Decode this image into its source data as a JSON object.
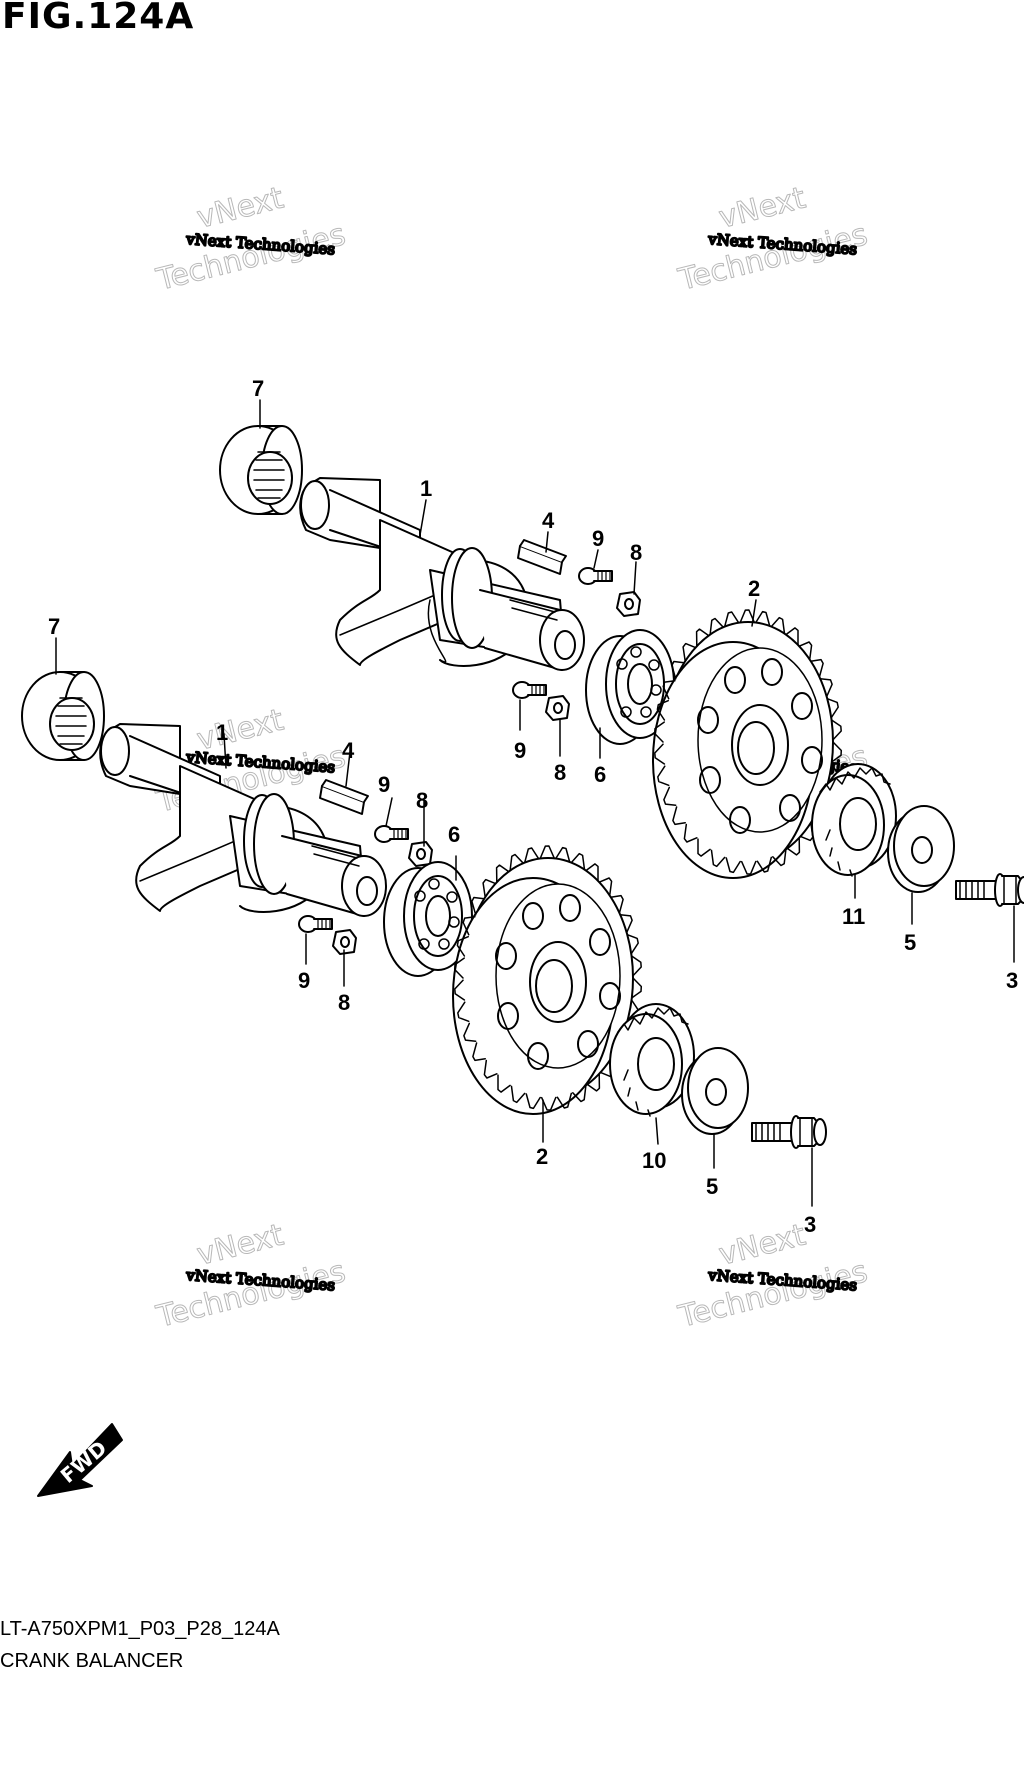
{
  "figure": {
    "title": "FIG.124A",
    "code": "LT-A750XPM1_P03_P28_124A",
    "name": "CRANK BALANCER"
  },
  "direction_label": "FWD",
  "watermark": {
    "line_small": "vNext Technologies",
    "word_1": "vNext",
    "word_2": "Technologies"
  },
  "callouts": {
    "upper_bearing_7": "7",
    "upper_shaft_1": "1",
    "upper_key_4": "4",
    "upper_bolt_9_a": "9",
    "upper_plate_8_a": "8",
    "upper_gear_2": "2",
    "upper_bolt_9_b": "9",
    "upper_plate_8_b": "8",
    "upper_bearing_6": "6",
    "upper_gear_11": "11",
    "upper_washer_5": "5",
    "upper_bolt_3": "3",
    "lower_bearing_7": "7",
    "lower_shaft_1": "1",
    "lower_key_4": "4",
    "lower_bolt_9_a": "9",
    "lower_plate_8_a": "8",
    "lower_bearing_6": "6",
    "lower_bolt_9_b": "9",
    "lower_plate_8_b": "8",
    "lower_gear_2": "2",
    "lower_gear_10": "10",
    "lower_washer_5": "5",
    "lower_bolt_3": "3"
  },
  "colors": {
    "line": "#000000",
    "background": "#ffffff",
    "watermark": "#b8b8b8"
  }
}
